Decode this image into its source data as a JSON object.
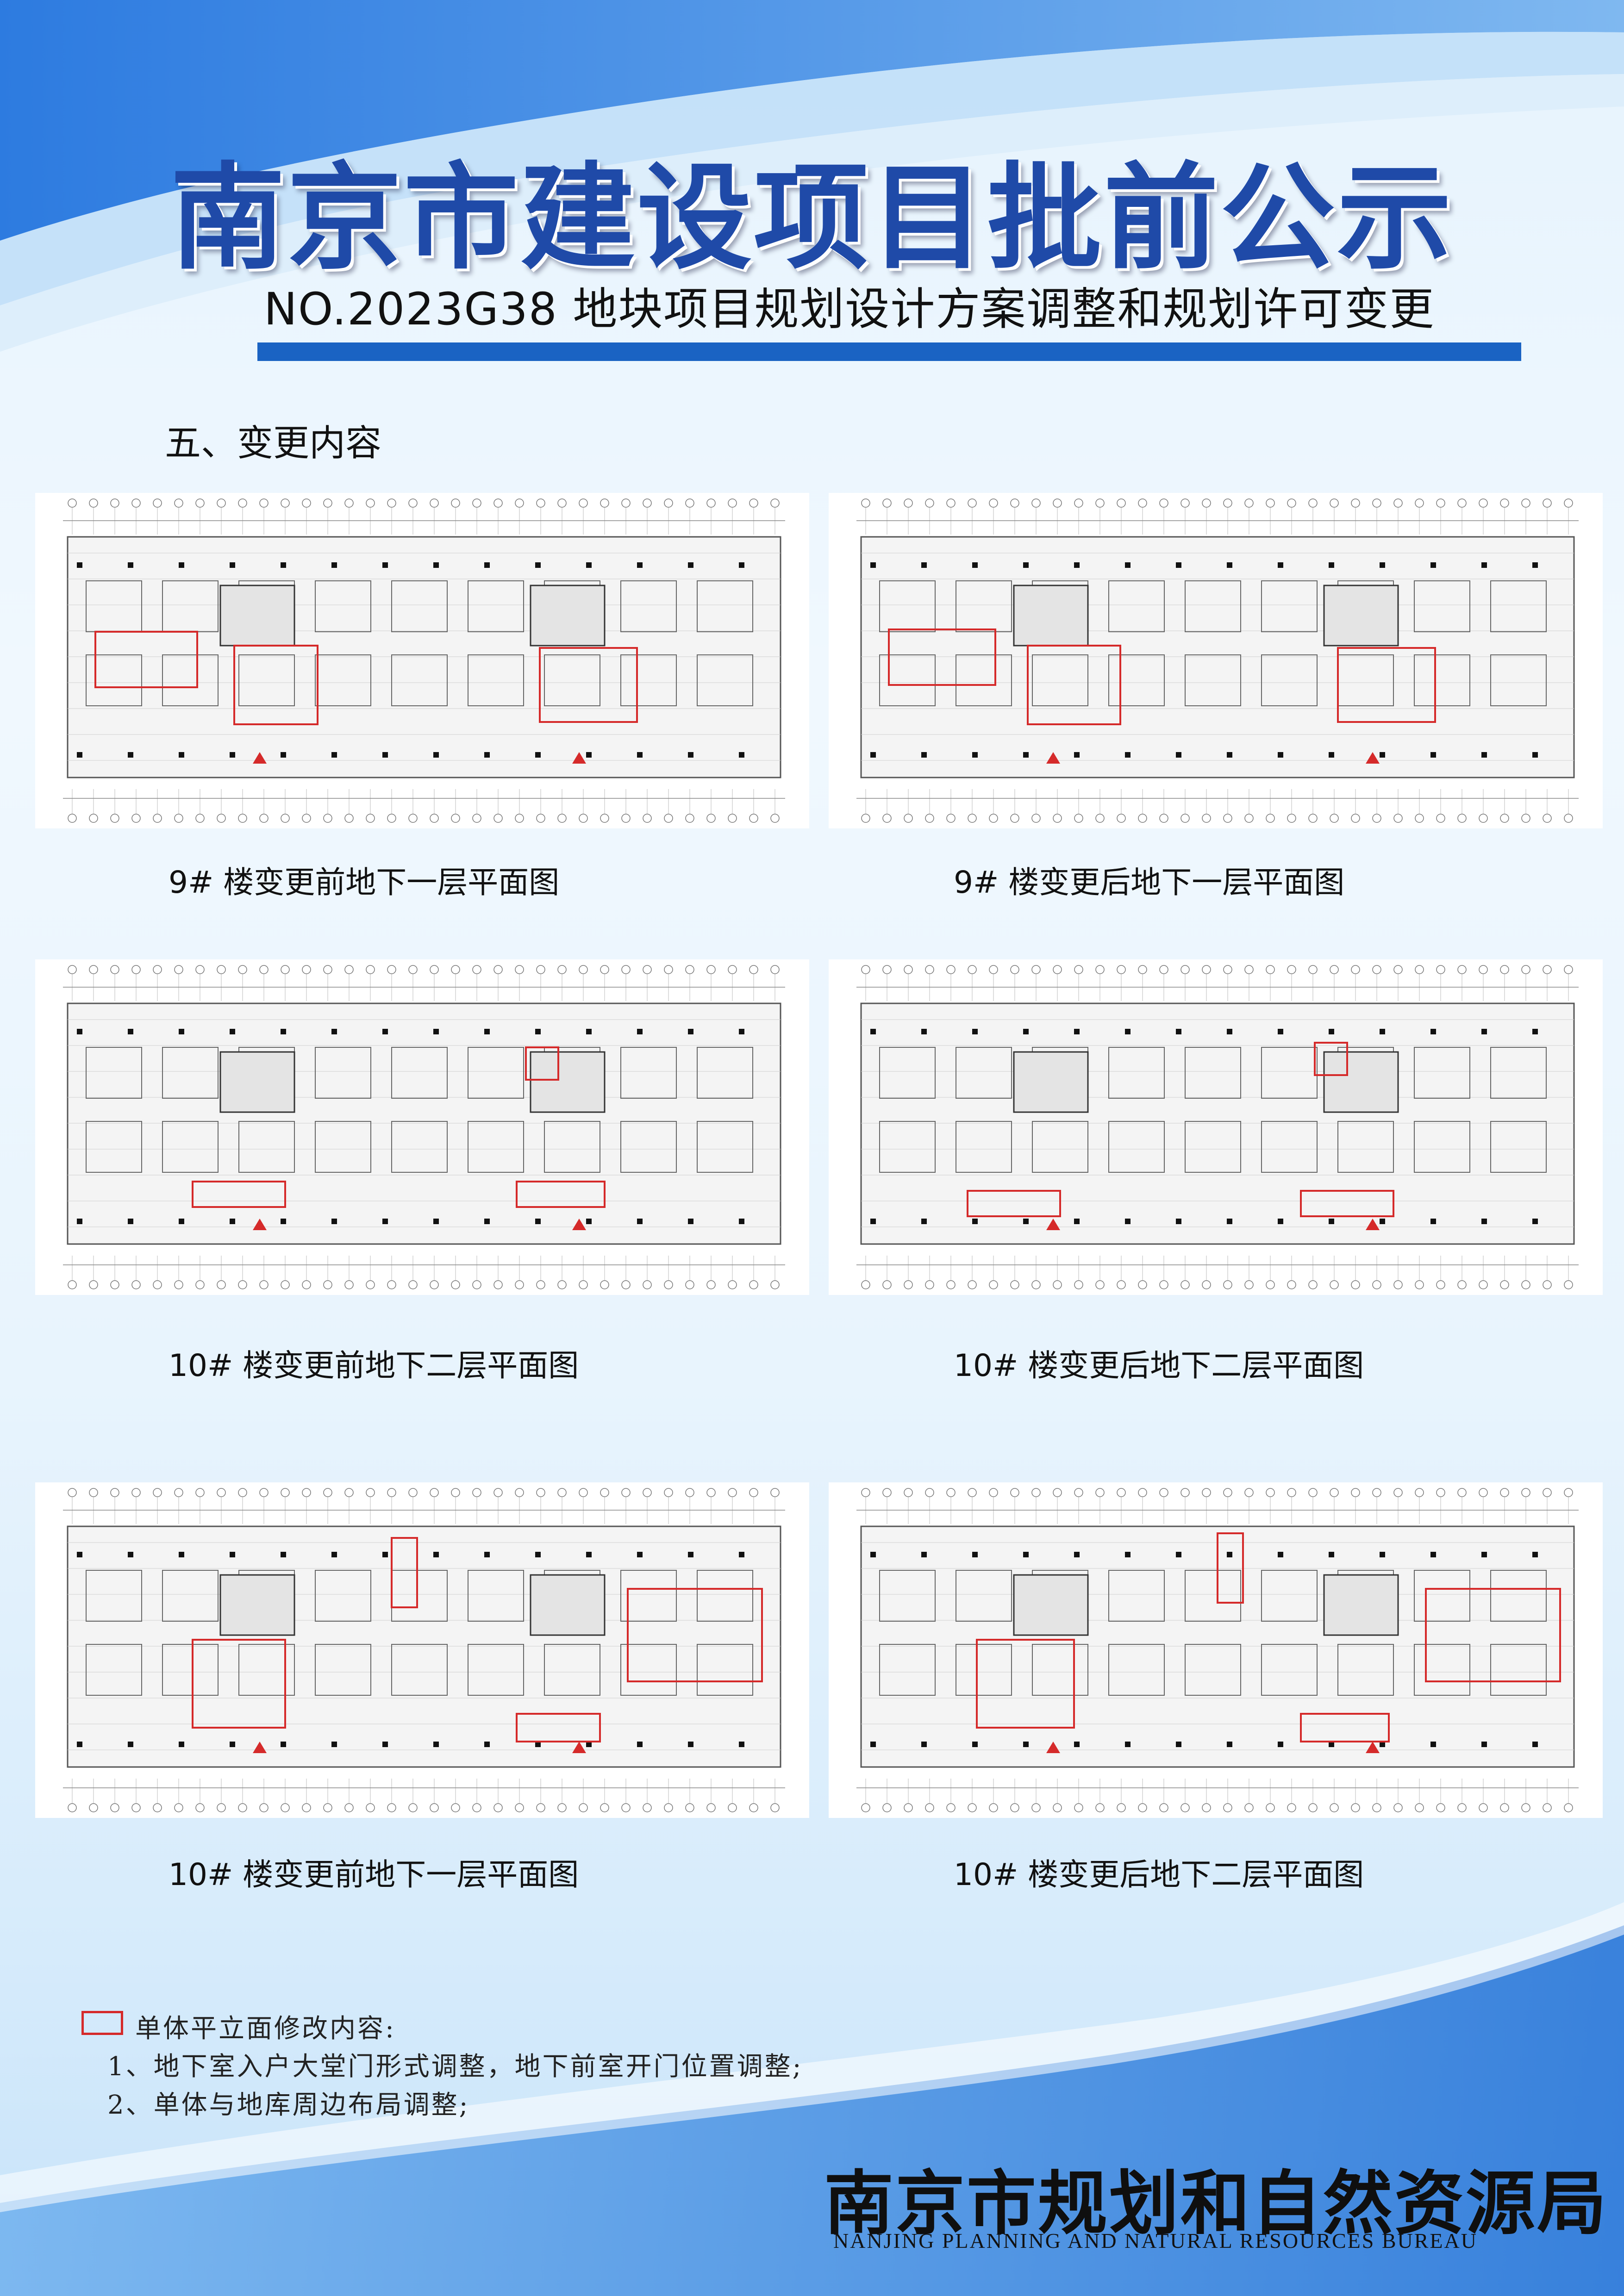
{
  "header": {
    "title": "南京市建设项目批前公示",
    "subtitle": "NO.2023G38 地块项目规划设计方案调整和规划许可变更"
  },
  "section": {
    "heading": "五、变更内容"
  },
  "plans": [
    {
      "caption": "9# 楼变更前地下一层平面图"
    },
    {
      "caption": "9# 楼变更后地下一层平面图"
    },
    {
      "caption": "10# 楼变更前地下二层平面图"
    },
    {
      "caption": "10# 楼变更后地下二层平面图"
    },
    {
      "caption": "10# 楼变更前地下一层平面图"
    },
    {
      "caption": "10# 楼变更后地下二层平面图"
    }
  ],
  "legend": {
    "title": "单体平立面修改内容:",
    "items": [
      "1、地下室入户大堂门形式调整，地下前室开门位置调整;",
      "2、单体与地库周边布局调整;"
    ]
  },
  "footer": {
    "bureau_cn": "南京市规划和自然资源局",
    "bureau_en": "NANJING PLANNING AND NATURAL RESOURCES BUREAU"
  },
  "colors": {
    "title_blue": "#1f4aa8",
    "bar_blue": "#1a63c3",
    "markup_red": "#d52a2a"
  }
}
